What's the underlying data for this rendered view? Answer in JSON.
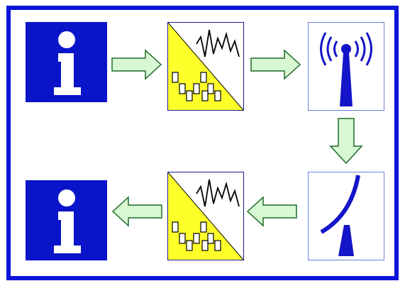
{
  "diagram": {
    "nodes": [
      {
        "id": "source-info",
        "icon": "information-icon",
        "row": 1,
        "col": 1
      },
      {
        "id": "modulator",
        "icon": "analog-to-digital-waveform-icon",
        "row": 1,
        "col": 2
      },
      {
        "id": "transmitter",
        "icon": "radio-transmitter-antenna-icon",
        "row": 1,
        "col": 3
      },
      {
        "id": "receiver",
        "icon": "receiving-antenna-icon",
        "row": 2,
        "col": 3
      },
      {
        "id": "demodulator",
        "icon": "analog-to-digital-waveform-icon",
        "row": 2,
        "col": 2
      },
      {
        "id": "destination-info",
        "icon": "information-icon",
        "row": 2,
        "col": 1
      }
    ],
    "edges": [
      {
        "from": "source-info",
        "to": "modulator",
        "direction": "right"
      },
      {
        "from": "modulator",
        "to": "transmitter",
        "direction": "right"
      },
      {
        "from": "transmitter",
        "to": "receiver",
        "direction": "down"
      },
      {
        "from": "receiver",
        "to": "demodulator",
        "direction": "left"
      },
      {
        "from": "demodulator",
        "to": "destination-info",
        "direction": "left"
      }
    ],
    "colors": {
      "frame": "#0a14d8",
      "info_box": "#0a14c8",
      "arrow_fill": "#d8f8d4",
      "arrow_stroke": "#1f6b2a",
      "triangle_fill": "#ffff2a",
      "antenna": "#1414c8",
      "wave": "#000000"
    }
  }
}
